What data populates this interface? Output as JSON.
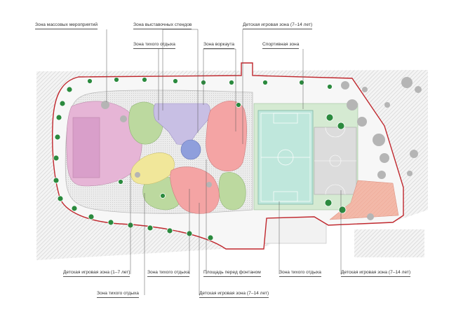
{
  "colors": {
    "hatch": "#d6d6d6",
    "boundary": "#c0272d",
    "path": "#e6e6e6",
    "events_zone": "#e6b5d6",
    "workout_zone": "#c8bfe4",
    "kids_zone_1_7": "#f1e79a",
    "kids_zone_7_14": "#f4a4a4",
    "quiet_zone": "#bcd99f",
    "sport_field": "#bfe7dc",
    "fountain": "#8f9fdc",
    "tree_green": "#2b8a3e",
    "tree_gray": "#b5b5b5"
  },
  "labels": {
    "top": {
      "events": "Зона массовых мероприятий",
      "stands": "Зона выставочных стендов",
      "kids_top": "Детская игровая зона (7–14 лет)",
      "quiet_top": "Зона тихого отдыха",
      "workout": "Зона воркаута",
      "sport": "Спортивная зона"
    },
    "bottom": {
      "kids_small": "Детская игровая зона (1–7 лет)",
      "quiet_b1": "Зона тихого отдыха",
      "fountain_square": "Площадь перед фонтаном",
      "quiet_b2": "Зона тихого отдыха",
      "kids_br": "Детская игровая зона (7–14 лет)",
      "quiet_b3": "Зона тихого отдыха",
      "kids_b2": "Детская игровая зона (7–14 лет)"
    }
  }
}
